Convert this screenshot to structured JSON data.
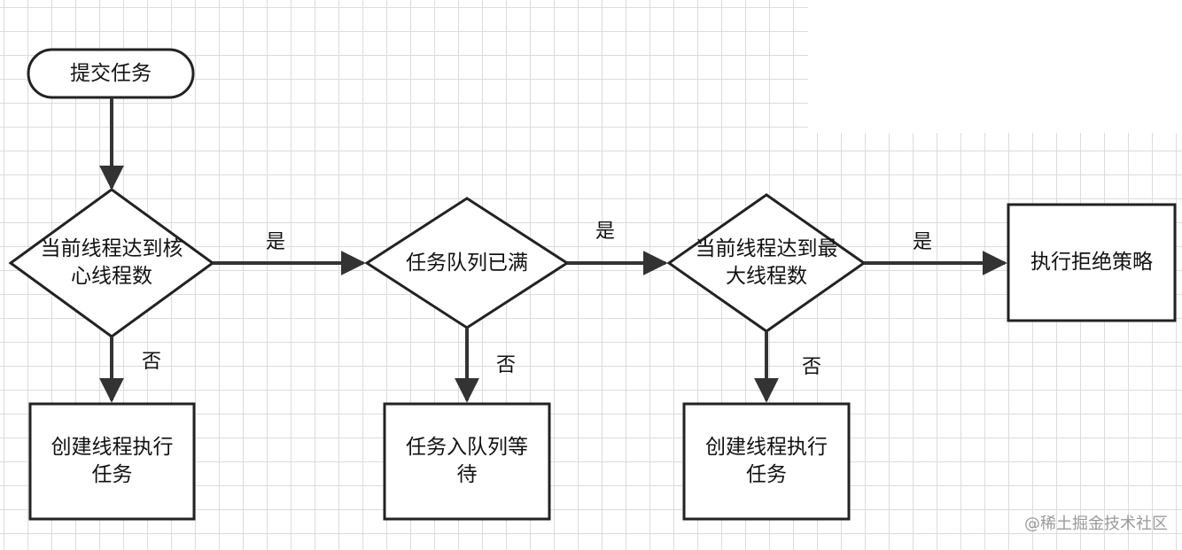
{
  "nodes": {
    "start": "提交任务",
    "core_check": "当前线程达到核心线程数",
    "queue_check": "任务队列已满",
    "max_check": "当前线程达到最大线程数",
    "reject": "执行拒绝策略",
    "create_core": "创建线程执行任务",
    "enqueue": "任务入队列等待",
    "create_max": "创建线程执行任务"
  },
  "edges": {
    "yes": "是",
    "no": "否"
  },
  "watermark": "@稀土掘金技术社区"
}
